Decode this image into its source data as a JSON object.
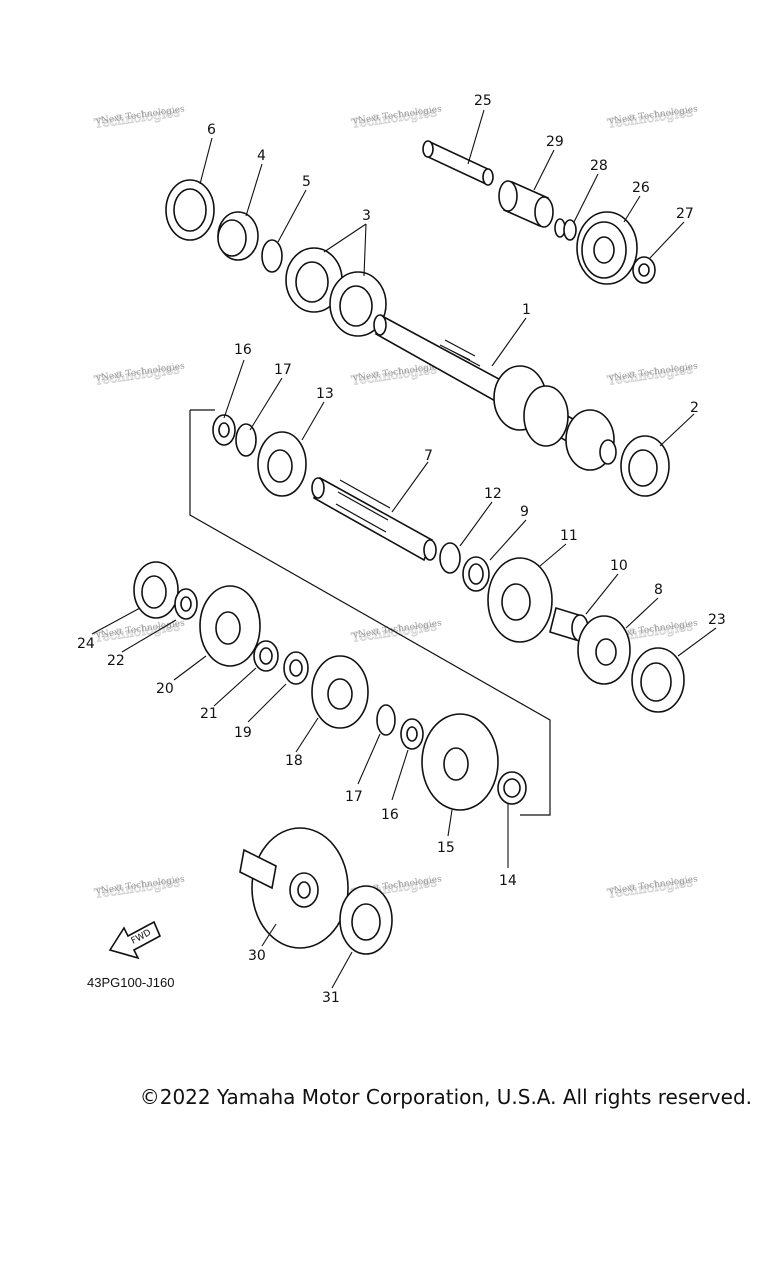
{
  "diagram_code": "43PG100-J160",
  "fwd_label": "FWD",
  "watermark": "vNext Technologies",
  "copyright": "©2022 Yamaha Motor Corporation, U.S.A. All rights reserved.",
  "labels": {
    "n1": "1",
    "n2": "2",
    "n3": "3",
    "n4": "4",
    "n5": "5",
    "n6": "6",
    "n7": "7",
    "n8": "8",
    "n9": "9",
    "n10": "10",
    "n11": "11",
    "n12": "12",
    "n13": "13",
    "n14": "14",
    "n15": "15",
    "n16a": "16",
    "n16b": "16",
    "n17a": "17",
    "n17b": "17",
    "n18": "18",
    "n19": "19",
    "n20": "20",
    "n21": "21",
    "n22": "22",
    "n23": "23",
    "n24": "24",
    "n25": "25",
    "n26": "26",
    "n27": "27",
    "n28": "28",
    "n29": "29",
    "n30": "30",
    "n31": "31"
  }
}
